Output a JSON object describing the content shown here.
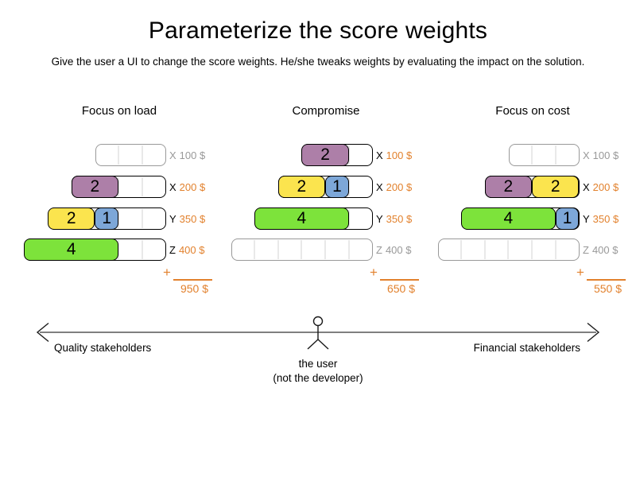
{
  "title": "Parameterize the score weights",
  "subtitle": "Give the user a UI to change the score weights. He/she tweaks weights by evaluating the impact on the solution.",
  "plus_sign": "+",
  "colors": {
    "purple": "#ad7fa8",
    "yellow": "#fbe44e",
    "blue": "#7da7d8",
    "green": "#7de33b",
    "orange": "#e2812d",
    "muted": "#999999"
  },
  "columns": [
    {
      "title": "Focus on load",
      "total": "950 $",
      "rows": [
        {
          "letter": "X",
          "cost": "100 $",
          "units": 3,
          "empty": true,
          "blocks": []
        },
        {
          "letter": "X",
          "cost": "200 $",
          "units": 4,
          "empty": false,
          "blocks": [
            {
              "color": "purple",
              "value": "2"
            }
          ]
        },
        {
          "letter": "Y",
          "cost": "350 $",
          "units": 5,
          "empty": false,
          "blocks": [
            {
              "color": "yellow",
              "value": "2"
            },
            {
              "color": "blue",
              "value": "1"
            }
          ]
        },
        {
          "letter": "Z",
          "cost": "400 $",
          "units": 6,
          "empty": false,
          "blocks": [
            {
              "color": "green",
              "value": "4"
            }
          ]
        }
      ]
    },
    {
      "title": "Compromise",
      "total": "650 $",
      "rows": [
        {
          "letter": "X",
          "cost": "100 $",
          "units": 3,
          "empty": false,
          "blocks": [
            {
              "color": "purple",
              "value": "2"
            }
          ]
        },
        {
          "letter": "X",
          "cost": "200 $",
          "units": 4,
          "empty": false,
          "blocks": [
            {
              "color": "yellow",
              "value": "2"
            },
            {
              "color": "blue",
              "value": "1"
            }
          ]
        },
        {
          "letter": "Y",
          "cost": "350 $",
          "units": 5,
          "empty": false,
          "blocks": [
            {
              "color": "green",
              "value": "4"
            }
          ]
        },
        {
          "letter": "Z",
          "cost": "400 $",
          "units": 6,
          "empty": true,
          "blocks": []
        }
      ]
    },
    {
      "title": "Focus on cost",
      "total": "550 $",
      "rows": [
        {
          "letter": "X",
          "cost": "100 $",
          "units": 3,
          "empty": true,
          "blocks": []
        },
        {
          "letter": "X",
          "cost": "200 $",
          "units": 4,
          "empty": false,
          "blocks": [
            {
              "color": "purple",
              "value": "2"
            },
            {
              "color": "yellow",
              "value": "2"
            }
          ]
        },
        {
          "letter": "Y",
          "cost": "350 $",
          "units": 5,
          "empty": false,
          "blocks": [
            {
              "color": "green",
              "value": "4"
            },
            {
              "color": "blue",
              "value": "1"
            }
          ]
        },
        {
          "letter": "Z",
          "cost": "400 $",
          "units": 6,
          "empty": true,
          "blocks": []
        }
      ]
    }
  ],
  "axis": {
    "left_label": "Quality stakeholders",
    "right_label": "Financial stakeholders",
    "user_label": "the user",
    "user_sublabel": "(not the developer)"
  }
}
